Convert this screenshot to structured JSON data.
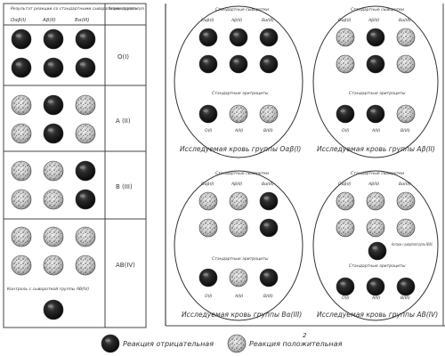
{
  "left_table": {
    "header_main": "Результат реакции со стандартными сыворотками группы",
    "header_right": "Исследуемая кровь относится к группе",
    "col_labels": [
      "Oαβ(I)",
      "Aβ(II)",
      "Bα(III)"
    ],
    "rows": [
      {
        "group": "O(I)",
        "pattern": [
          "neg",
          "neg",
          "neg",
          "neg",
          "neg",
          "neg"
        ]
      },
      {
        "group": "A (II)",
        "pattern": [
          "pos",
          "neg",
          "pos",
          "pos",
          "neg",
          "pos"
        ]
      },
      {
        "group": "B (III)",
        "pattern": [
          "pos",
          "pos",
          "neg",
          "pos",
          "pos",
          "neg"
        ]
      },
      {
        "group": "AB(IV)",
        "pattern": [
          "pos",
          "pos",
          "pos",
          "pos",
          "pos",
          "pos"
        ]
      }
    ],
    "control_label": "Контроль с сывороткой группы AB(IV)",
    "control_pattern": "neg"
  },
  "panels": [
    {
      "serum_title": "Стандартные сыворотки",
      "serum_cols": [
        "Oαβ(I)",
        "Aβ(II)",
        "Bα(III)"
      ],
      "serum_pattern": [
        "neg",
        "neg",
        "neg",
        "neg",
        "neg",
        "neg"
      ],
      "ery_title": "Стандартные эритроциты",
      "ery_labels": [
        "O(I)",
        "A(II)",
        "B(III)"
      ],
      "ery_pattern": [
        "neg",
        "pos",
        "pos"
      ],
      "control_label": "",
      "caption": "Исследуемая кровь группы Oαβ(I)"
    },
    {
      "serum_title": "Стандартные сыворотки",
      "serum_cols": [
        "Oαβ(I)",
        "Aβ(II)",
        "Bα(III)"
      ],
      "serum_pattern": [
        "pos",
        "neg",
        "pos",
        "pos",
        "neg",
        "pos"
      ],
      "ery_title": "Стандартные эритроциты",
      "ery_labels": [
        "O(I)",
        "A(II)",
        "B(III)"
      ],
      "ery_pattern": [
        "neg",
        "neg",
        "pos"
      ],
      "control_label": "",
      "caption": "Исследуемая кровь группы Aβ(II)"
    },
    {
      "serum_title": "Стандартные сыворотки",
      "serum_cols": [
        "Oαβ(I)",
        "Aβ(II)",
        "Bα(III)"
      ],
      "serum_pattern": [
        "pos",
        "pos",
        "neg",
        "pos",
        "pos",
        "neg"
      ],
      "ery_title": "Стандартные эритроциты",
      "ery_labels": [
        "O(I)",
        "A(II)",
        "B(III)"
      ],
      "ery_pattern": [
        "neg",
        "pos",
        "neg"
      ],
      "control_label": "",
      "caption": "Исследуемая кровь группы Bα(III)"
    },
    {
      "serum_title": "Стандартные сыворотки",
      "serum_cols": [
        "Oαβ(I)",
        "Aβ(II)",
        "Bα(III)"
      ],
      "serum_pattern": [
        "pos",
        "pos",
        "pos",
        "pos",
        "pos",
        "pos"
      ],
      "ery_title": "Стандартные эритроциты",
      "ery_labels": [
        "O(I)",
        "A(II)",
        "B(III)"
      ],
      "ery_pattern": [
        "neg",
        "neg",
        "neg"
      ],
      "control_label": "Контроль с сывороткой группы AB(IV)",
      "caption": "Исследуемая кровь группы AB(IV)"
    }
  ],
  "page_number": "2",
  "legend": {
    "negative": "Реакция отрицательная",
    "positive": "Реакция положительная"
  }
}
